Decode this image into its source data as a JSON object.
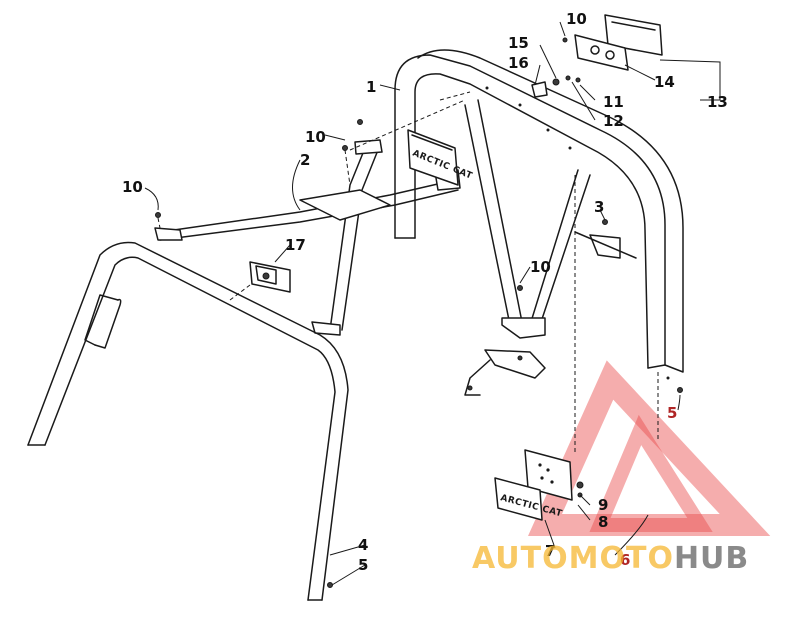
{
  "diagram": {
    "callouts": [
      {
        "id": "c1",
        "label": "1"
      },
      {
        "id": "c2",
        "label": "2"
      },
      {
        "id": "c3",
        "label": "3"
      },
      {
        "id": "c4",
        "label": "4"
      },
      {
        "id": "c5a",
        "label": "5"
      },
      {
        "id": "c5b",
        "label": "5"
      },
      {
        "id": "c6",
        "label": "6"
      },
      {
        "id": "c7",
        "label": "7"
      },
      {
        "id": "c8",
        "label": "8"
      },
      {
        "id": "c9",
        "label": "9"
      },
      {
        "id": "c10a",
        "label": "10"
      },
      {
        "id": "c10b",
        "label": "10"
      },
      {
        "id": "c10c",
        "label": "10"
      },
      {
        "id": "c10d",
        "label": "10"
      },
      {
        "id": "c11",
        "label": "11"
      },
      {
        "id": "c12",
        "label": "12"
      },
      {
        "id": "c13",
        "label": "13"
      },
      {
        "id": "c14",
        "label": "14"
      },
      {
        "id": "c15",
        "label": "15"
      },
      {
        "id": "c16",
        "label": "16"
      },
      {
        "id": "c17",
        "label": "17"
      }
    ],
    "badge_text": "ARCTIC CAT"
  },
  "watermark": {
    "part1": "AUTOMOTO",
    "part2": "HUB",
    "color1": "#f5b731",
    "color2": "#6d6d6d",
    "triangle_color": "#e84a4a"
  }
}
